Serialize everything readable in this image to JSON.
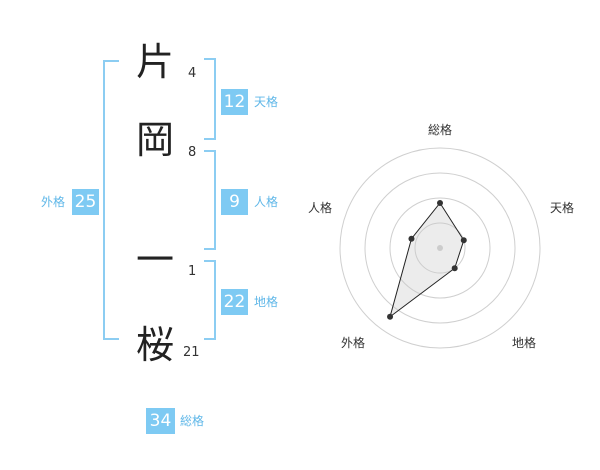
{
  "name_chars": [
    {
      "char": "片",
      "strokes": "4"
    },
    {
      "char": "岡",
      "strokes": "8"
    },
    {
      "char": "一",
      "strokes": "1"
    },
    {
      "char": "桜",
      "strokes": "21"
    }
  ],
  "fortunes": {
    "tenkaku": {
      "value": "12",
      "label": "天格"
    },
    "jinkaku": {
      "value": "9",
      "label": "人格"
    },
    "chikaku": {
      "value": "22",
      "label": "地格"
    },
    "gaikaku": {
      "value": "25",
      "label": "外格"
    },
    "soukaku": {
      "value": "34",
      "label": "総格"
    }
  },
  "colors": {
    "accent": "#7ecaf3",
    "bracket": "#8ccdf2",
    "label": "#5fb7e8"
  },
  "chart_data": {
    "type": "radar",
    "axes": [
      "総格",
      "天格",
      "地格",
      "外格",
      "人格"
    ],
    "values": [
      0.45,
      0.25,
      0.25,
      0.85,
      0.3
    ],
    "rings": 4
  }
}
